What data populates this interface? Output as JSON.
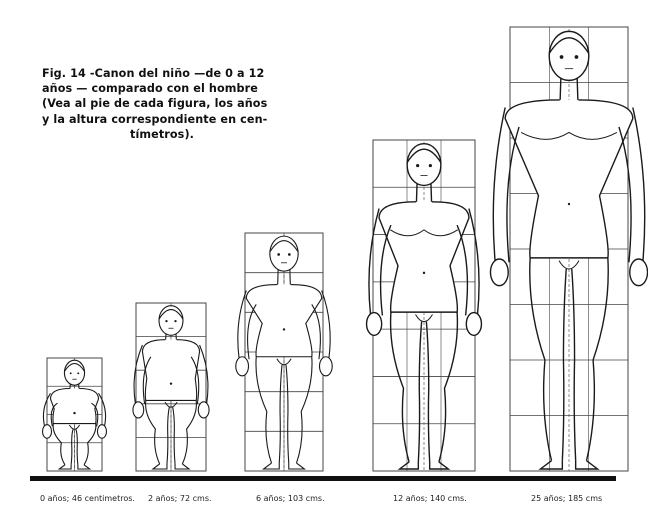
{
  "caption": {
    "line1": "Fig. 14 -Canon del niño —de 0 a 12",
    "line2": "años — comparado con el hombre",
    "line3": "(Vea al pie de cada figura, los años",
    "line4": "y la altura correspondiente en cen-",
    "line5": "tímetros)."
  },
  "figures": [
    {
      "label": "0 años; 46 centimetros.",
      "age_years": 0,
      "height_cm": 46,
      "head_units": 4
    },
    {
      "label": "2 años; 72 cms.",
      "age_years": 2,
      "height_cm": 72,
      "head_units": 5
    },
    {
      "label": "6 años; 103 cms.",
      "age_years": 6,
      "height_cm": 103,
      "head_units": 6
    },
    {
      "label": "12 años; 140 cms.",
      "age_years": 12,
      "height_cm": 140,
      "head_units": 7
    },
    {
      "label": "25 años; 185 cms",
      "age_years": 25,
      "height_cm": 185,
      "head_units": 8
    }
  ],
  "colors": {
    "ink": "#1a1a1a",
    "grid": "#444444",
    "paper": "#ffffff"
  }
}
